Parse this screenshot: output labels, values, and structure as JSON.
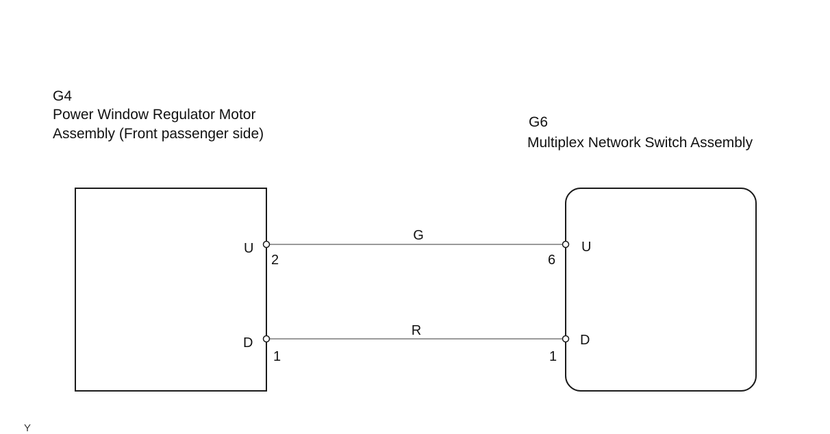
{
  "left_component": {
    "code": "G4",
    "name_line1": "Power Window Regulator Motor",
    "name_line2": "Assembly (Front passenger side)",
    "pins": [
      {
        "signal": "U",
        "number": "2"
      },
      {
        "signal": "D",
        "number": "1"
      }
    ]
  },
  "right_component": {
    "code": "G6",
    "name": "Multiplex Network Switch Assembly",
    "pins": [
      {
        "signal": "U",
        "number": "6"
      },
      {
        "signal": "D",
        "number": "1"
      }
    ]
  },
  "wires": [
    {
      "color_code": "G"
    },
    {
      "color_code": "R"
    }
  ],
  "footer_mark": "Y",
  "colors": {
    "outline": "#1a1a1a",
    "wire": "#9a9a9a"
  }
}
